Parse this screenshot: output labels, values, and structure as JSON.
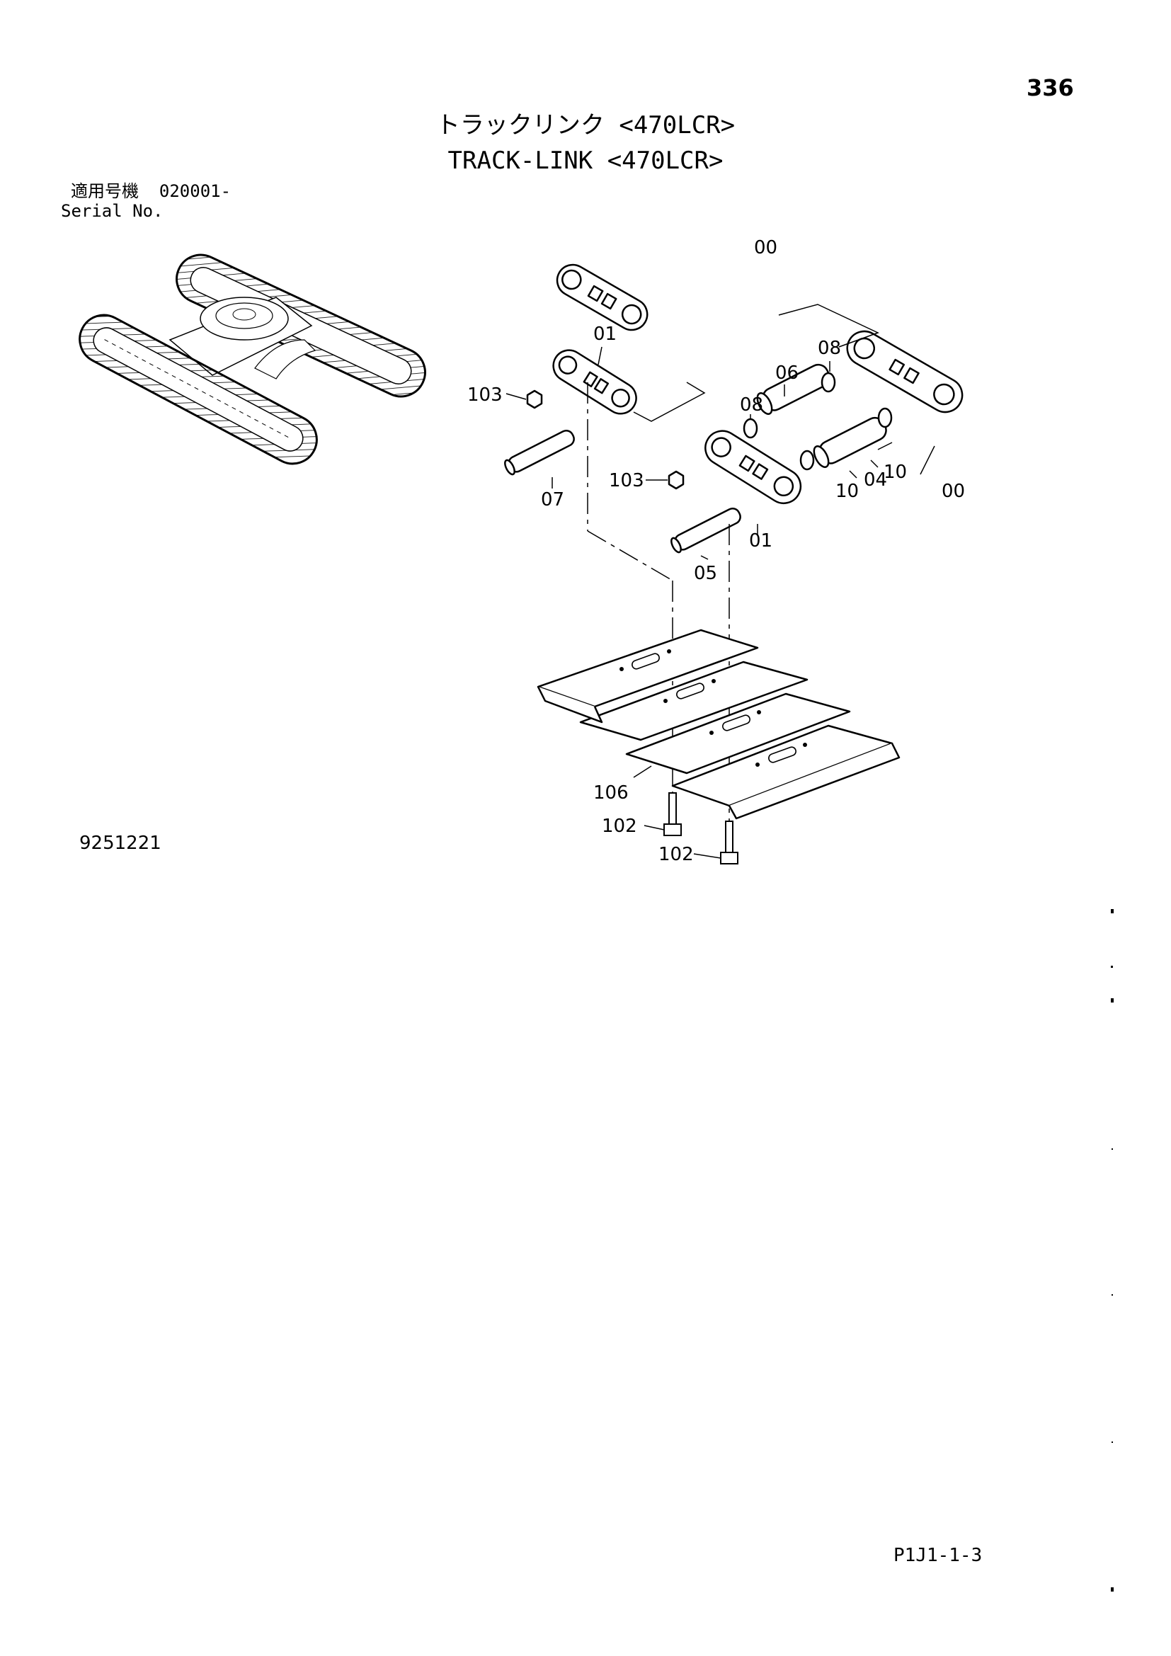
{
  "page_number": "336",
  "title_jp": "トラックリンク <470LCR>",
  "title_en": "TRACK-LINK <470LCR>",
  "serial_label_jp": "適用号機",
  "serial_value": "020001-",
  "serial_label_en": "Serial No.",
  "figure_number": "9251221",
  "sheet_code": "P1J1-1-3",
  "callouts": {
    "c00_top": "00",
    "c01_left": "01",
    "c103_left": "103",
    "c07": "07",
    "c08_a": "08",
    "c06": "06",
    "c08_b": "08",
    "c103_mid": "103",
    "c10_a": "10",
    "c04": "04",
    "c10_b": "10",
    "c00_right": "00",
    "c01_mid": "01",
    "c05": "05",
    "c106": "106",
    "c102_a": "102",
    "c102_b": "102"
  }
}
